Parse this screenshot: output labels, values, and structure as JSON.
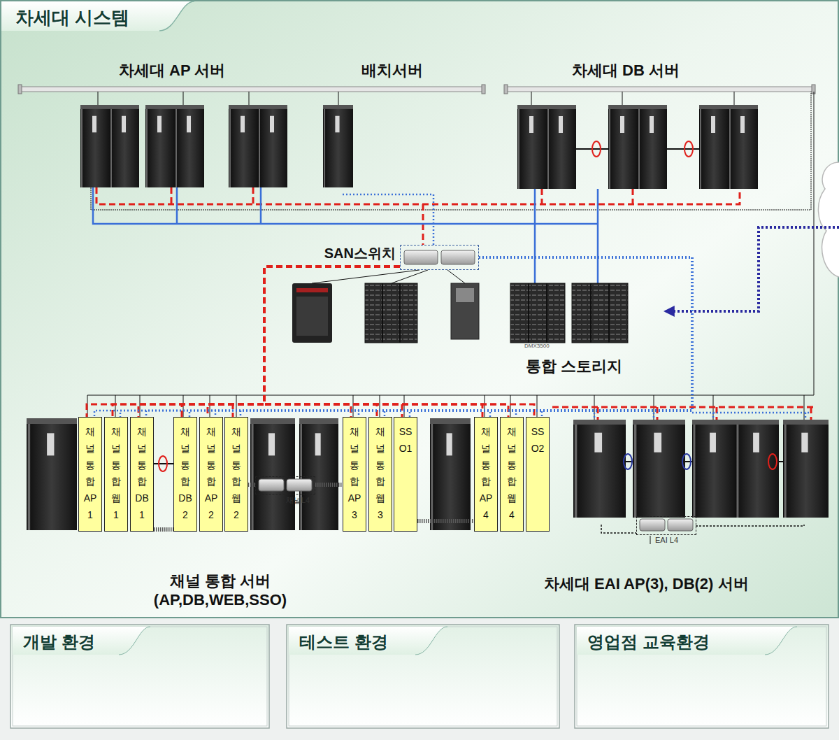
{
  "diagram": {
    "title": "차세대 시스템",
    "nodes": [
      {
        "text": [
          "차세대 시스템"
        ]
      },
      {
        "text": [
          "SAN스위치"
        ],
        "in": 0
      },
      {
        "text": [
          "채널통합AP1"
        ],
        "in": 0
      },
      {
        "text": [
          "채널통합웹1"
        ],
        "in": 0
      },
      {
        "text": [
          "채널통합DB1"
        ],
        "in": 0
      },
      {
        "text": [
          "채널통합DB2"
        ],
        "in": 0
      },
      {
        "text": [
          "채널통합AP2"
        ],
        "in": 0
      },
      {
        "text": [
          "채널통합웹2"
        ],
        "in": 0
      },
      {
        "text": [
          "채널통합AP3"
        ],
        "in": 0
      },
      {
        "text": [
          "채널통합웹3"
        ],
        "in": 0
      },
      {
        "text": [
          "SSO1"
        ],
        "in": 0
      },
      {
        "text": [
          "채널통합AP4"
        ],
        "in": 0
      },
      {
        "text": [
          "채널통합웹4"
        ],
        "in": 0
      },
      {
        "text": [
          "SSO2"
        ],
        "in": 0
      },
      {
        "text": [
          "채널L4"
        ],
        "in": 0
      },
      {
        "text": [
          "EAI L4"
        ],
        "in": 0
      },
      {
        "text": [
          "개발 환경"
        ]
      },
      {
        "text": [
          "테스트 환경"
        ]
      },
      {
        "text": [
          "영업점 교육환경"
        ]
      }
    ],
    "edges": [
      {
        "from": 1,
        "to": 2,
        "arrow": "none"
      },
      {
        "from": 1,
        "to": 3,
        "arrow": "none"
      },
      {
        "from": 1,
        "to": 4,
        "arrow": "none"
      },
      {
        "from": 1,
        "to": 5,
        "arrow": "none"
      },
      {
        "from": 1,
        "to": 6,
        "arrow": "none"
      },
      {
        "from": 1,
        "to": 7,
        "arrow": "none"
      },
      {
        "from": 1,
        "to": 8,
        "arrow": "none"
      },
      {
        "from": 1,
        "to": 9,
        "arrow": "none"
      },
      {
        "from": 1,
        "to": 10,
        "arrow": "none"
      },
      {
        "from": 1,
        "to": 11,
        "arrow": "none"
      },
      {
        "from": 1,
        "to": 12,
        "arrow": "none"
      },
      {
        "from": 1,
        "to": 13,
        "arrow": "none"
      },
      {
        "from": 1,
        "to": 2,
        "arrow": "none"
      },
      {
        "from": 1,
        "to": 3,
        "arrow": "none"
      },
      {
        "from": 1,
        "to": 4,
        "arrow": "none"
      },
      {
        "from": 1,
        "to": 5,
        "arrow": "none"
      },
      {
        "from": 1,
        "to": 6,
        "arrow": "none"
      },
      {
        "from": 1,
        "to": 7,
        "arrow": "none"
      },
      {
        "from": 1,
        "to": 8,
        "arrow": "none"
      },
      {
        "from": 1,
        "to": 9,
        "arrow": "none"
      },
      {
        "from": 1,
        "to": 10,
        "arrow": "none"
      },
      {
        "from": 1,
        "to": 11,
        "arrow": "none"
      },
      {
        "from": 1,
        "to": 12,
        "arrow": "none"
      },
      {
        "from": 1,
        "to": 13,
        "arrow": "none"
      },
      {
        "from": 4,
        "to": 5,
        "arrow": "none"
      },
      {
        "from": 14,
        "to": 7,
        "arrow": "none"
      },
      {
        "from": 14,
        "to": 8,
        "arrow": "none"
      },
      {
        "from": 10,
        "to": 11,
        "arrow": "none"
      }
    ],
    "labels": [
      "차세대 AP 서버",
      "배치서버",
      "차세대 DB 서버",
      "DMX3500",
      "통합 스토리지",
      "채널 통합 서버 (AP,DB,WEB,SSO)",
      "차세대 EAI AP(3), DB(2) 서버"
    ]
  }
}
